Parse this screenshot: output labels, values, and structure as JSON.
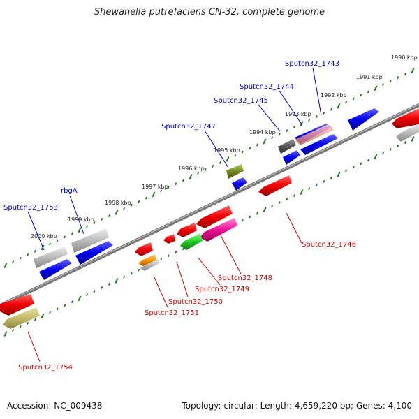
{
  "title": "Shewanella putrefaciens CN-32, complete genome",
  "accession_text": "Accession: NC_009438",
  "summary_text": "Topology: circular; Length: 4,659,220 bp; Genes: 4,100",
  "colors": {
    "backbone": "#888888",
    "ticks": "#1f7a1f",
    "forward_label": "#0000cc",
    "reverse_label": "#cc0000"
  },
  "scale_labels": [
    "1990 kbp",
    "1991 kbp",
    "1992 kbp",
    "1993 kbp",
    "1994 kbp",
    "1995 kbp",
    "1996 kbp",
    "1997 kbp",
    "1998 kbp",
    "1999 kbp",
    "2000 kbp"
  ],
  "forward_gene_labels": [
    "Sputcn32_1743",
    "Sputcn32_1744",
    "Sputcn32_1745",
    "Sputcn32_1747",
    "rbgA",
    "Sputcn32_1753"
  ],
  "reverse_gene_labels": [
    "Sputcn32_1746",
    "Sputcn32_1748",
    "Sputcn32_1749",
    "Sputcn32_1750",
    "Sputcn32_1751",
    "Sputcn32_1754"
  ]
}
